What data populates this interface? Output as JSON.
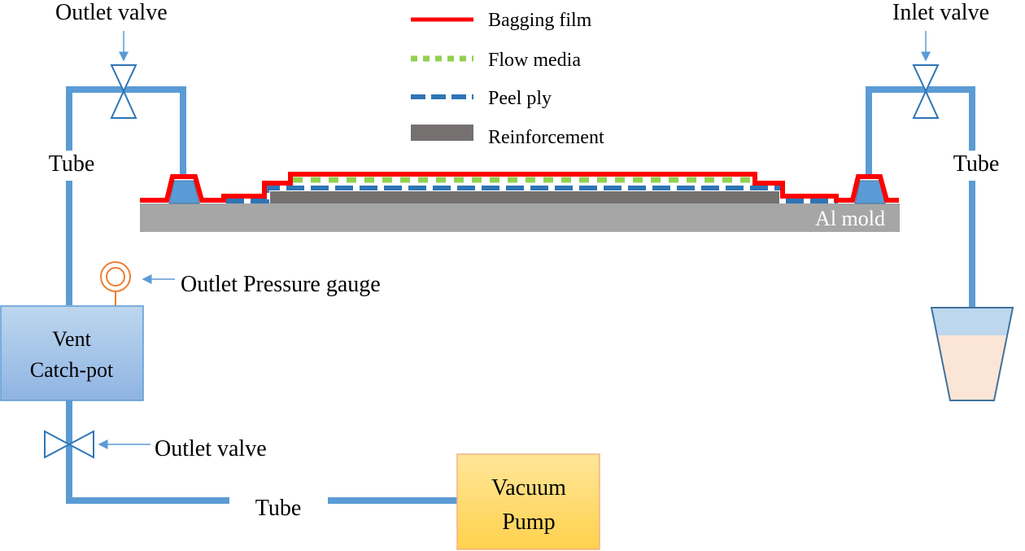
{
  "labels": {
    "outlet_valve_top": "Outlet valve",
    "inlet_valve": "Inlet valve",
    "tube_left": "Tube",
    "tube_right": "Tube",
    "tube_bottom": "Tube",
    "pressure_gauge": "Outlet Pressure gauge",
    "catch_pot_line1": "Vent",
    "catch_pot_line2": "Catch-pot",
    "outlet_valve_bottom": "Outlet valve",
    "pump_line1": "Vacuum",
    "pump_line2": "Pump",
    "mold": "Al mold"
  },
  "legend": [
    {
      "label": "Bagging film",
      "color": "#ff0000",
      "style": "solid"
    },
    {
      "label": "Flow media",
      "color": "#92d050",
      "style": "dotted"
    },
    {
      "label": "Peel ply",
      "color": "#2e75b6",
      "style": "dashed"
    },
    {
      "label": "Reinforcement",
      "color": "#767171",
      "style": "block"
    }
  ],
  "colors": {
    "tube": "#5b9bd5",
    "bagging_film": "#ff0000",
    "flow_media": "#92d050",
    "peel_ply": "#2e75b6",
    "reinforcement": "#767171",
    "mold": "#a6a6a6",
    "gauge": "#ed7d31",
    "pump_fill": "#ffd966",
    "resin": "#fbe5d6"
  }
}
